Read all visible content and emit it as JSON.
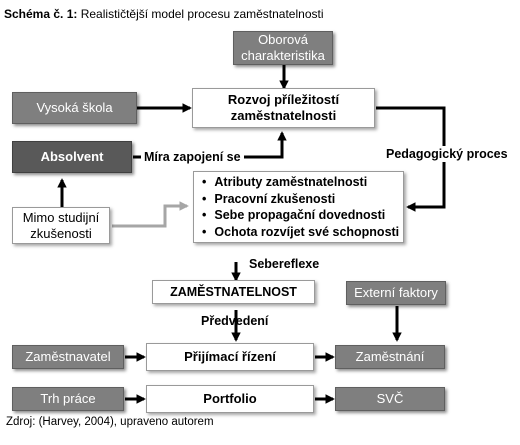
{
  "title": {
    "label": "Schéma č. 1:",
    "text": "Realističtější model procesu zaměstnatelnosti"
  },
  "nodes": {
    "oborova": "Oborová charakteristika",
    "vysoka_skola": "Vysoká škola",
    "rozvoj": "Rozvoj příležitostí zaměstnatelnosti",
    "absolvent": "Absolvent",
    "mimo": "Mimo studijní zkušenosti",
    "atributy": [
      "Atributy zaměstnatelnosti",
      "Pracovní zkušenosti",
      "Sebe propagační dovednosti",
      "Ochota rozvíjet své schopnosti"
    ],
    "zamestnatelnost": "ZAMĚSTNATELNOST",
    "externi": "Externí faktory",
    "zamestnavatel": "Zaměstnavatel",
    "prijimaci": "Přijímací řízení",
    "zamestnani": "Zaměstnání",
    "trh_prace": "Trh práce",
    "portfolio": "Portfolio",
    "svc": "SVČ"
  },
  "labels": {
    "mira": "Míra zapojení se",
    "pedagogicky": "Pedagogický proces",
    "sebereflexe": "Sebereflexe",
    "predvedeni": "Předvedení"
  },
  "source": "Zdroj: (Harvey, 2004), upraveno autorem"
}
